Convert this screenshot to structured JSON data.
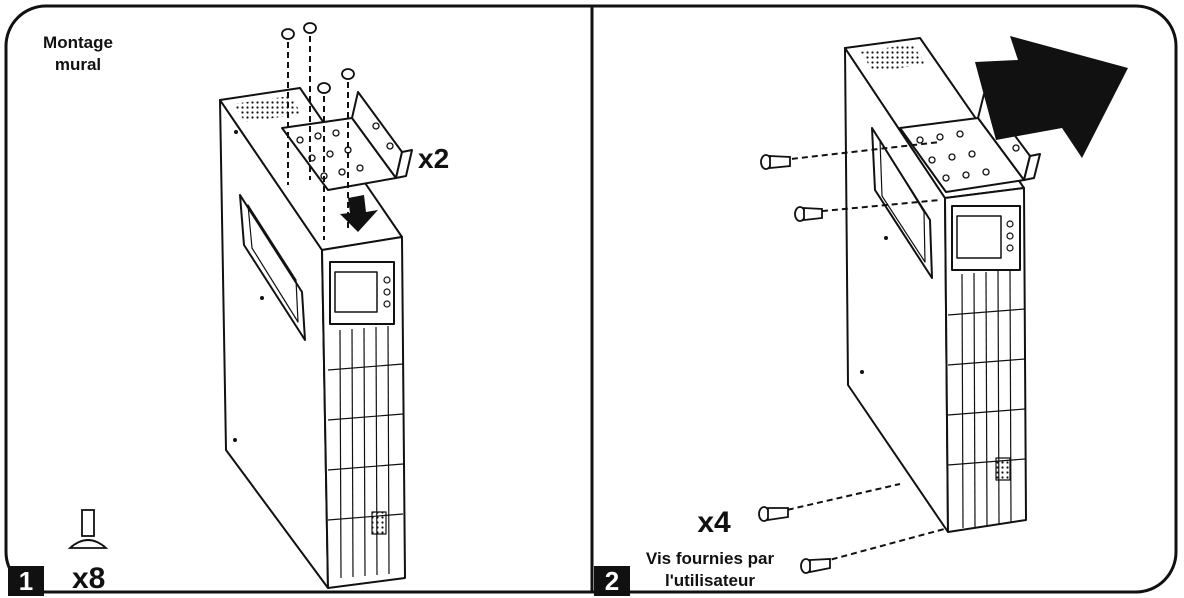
{
  "panel1": {
    "step": "1",
    "title_line1": "Montage",
    "title_line2": "mural",
    "bracket_qty": "x2",
    "screw_qty": "x8"
  },
  "panel2": {
    "step": "2",
    "screw_qty": "x4",
    "note_line1": "Vis fournies par",
    "note_line2": "l'utilisateur"
  },
  "colors": {
    "ink": "#111111",
    "paper": "#ffffff"
  }
}
